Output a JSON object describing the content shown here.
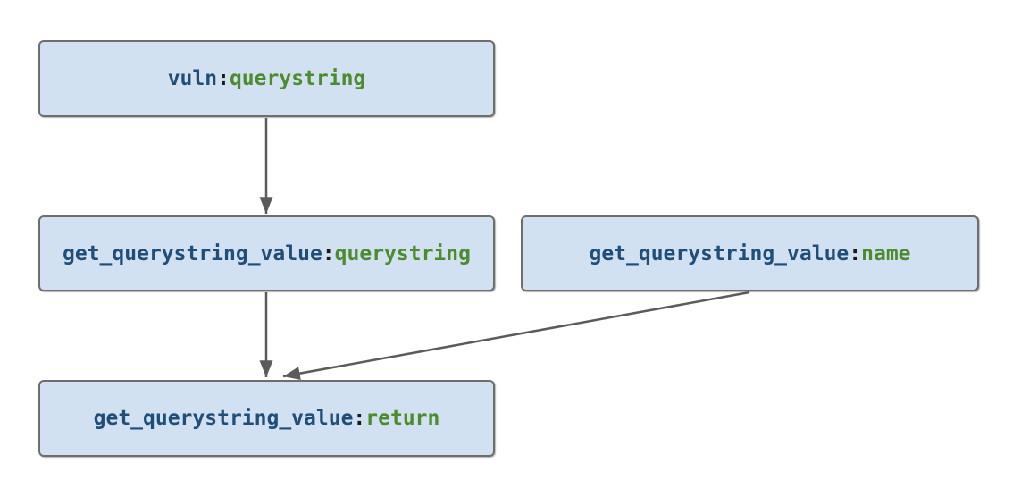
{
  "diagram": {
    "type": "data-flow-graph",
    "background": "#ffffff"
  },
  "palette": {
    "node_fill": "#d2e1f1",
    "node_border": "#6e6e6e",
    "edge_color": "#5b5b5b",
    "scope_color": "#1f4e79",
    "separator_color": "#1a1a1a",
    "variable_color": "#4a8c2e"
  },
  "nodes": [
    {
      "id": "vuln:querystring",
      "scope": "vuln",
      "separator": ":",
      "variable": "querystring"
    },
    {
      "id": "get_querystring_value:querystring",
      "scope": "get_querystring_value",
      "separator": ":",
      "variable": "querystring"
    },
    {
      "id": "get_querystring_value:name",
      "scope": "get_querystring_value",
      "separator": ":",
      "variable": "name"
    },
    {
      "id": "get_querystring_value:return",
      "scope": "get_querystring_value",
      "separator": ":",
      "variable": "return"
    }
  ],
  "edges": [
    {
      "from": "vuln:querystring",
      "to": "get_querystring_value:querystring"
    },
    {
      "from": "get_querystring_value:querystring",
      "to": "get_querystring_value:return"
    },
    {
      "from": "get_querystring_value:name",
      "to": "get_querystring_value:return"
    }
  ]
}
